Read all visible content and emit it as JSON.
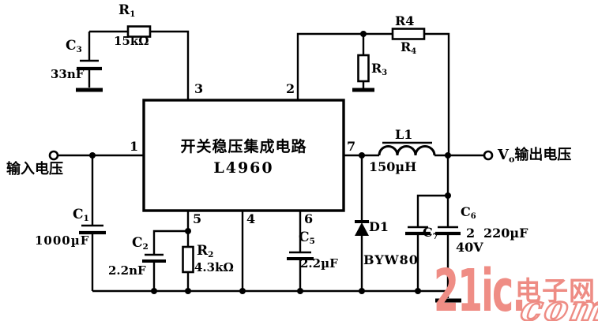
{
  "components": {
    "r1": {
      "ref_base": "R",
      "ref_sub": "1",
      "value": "15kΩ"
    },
    "r2": {
      "ref_base": "R",
      "ref_sub": "2",
      "value": "4.3kΩ"
    },
    "r3": {
      "ref_base": "R",
      "ref_sub": "3"
    },
    "r4": {
      "label": "R4",
      "ref_base": "R",
      "ref_sub": "4"
    },
    "c1": {
      "ref_base": "C",
      "ref_sub": "1",
      "value": "1000µF"
    },
    "c2": {
      "ref_base": "C",
      "ref_sub": "2",
      "value": "2.2nF"
    },
    "c3": {
      "ref_base": "C",
      "ref_sub": "3",
      "value": "33nF"
    },
    "c5": {
      "ref_base": "C",
      "ref_sub": "5",
      "value": "2.2µF"
    },
    "c7": {
      "ref_base": "C",
      "ref_sub": "7"
    },
    "c6": {
      "ref_base": "C",
      "ref_sub": "6",
      "qty": "2",
      "value": "220µF",
      "voltage": "40V"
    },
    "d1": {
      "ref": "D1",
      "part": "BYW80"
    },
    "l1": {
      "ref": "L1",
      "value": "150µH"
    }
  },
  "ic": {
    "title": "开关稳压集成电路",
    "part": "L4960",
    "pins": {
      "p1": "1",
      "p2": "2",
      "p3": "3",
      "p4": "4",
      "p5": "5",
      "p6": "6",
      "p7": "7"
    }
  },
  "terminals": {
    "input_label": "输入电压",
    "output_v": "V",
    "output_sub": "o",
    "output_label": "输出电压"
  },
  "watermark": {
    "brand": "21ic.",
    "site_zh": "电子网",
    "site_tld": "com",
    "color": "#ee8c84"
  },
  "colors": {
    "ink": "#000000",
    "background": "#ffffff"
  }
}
